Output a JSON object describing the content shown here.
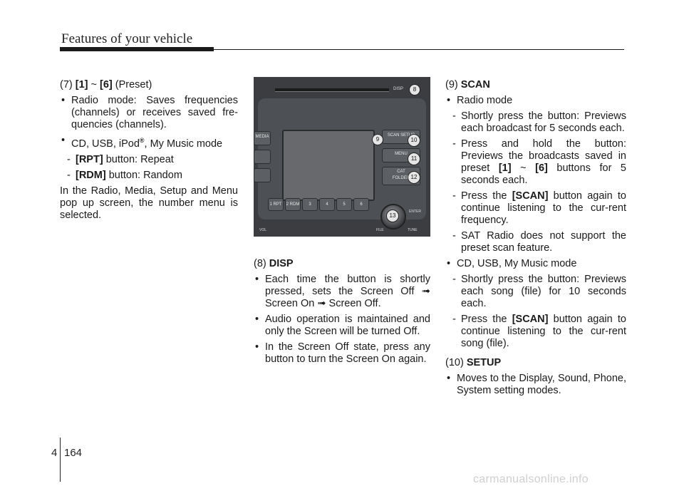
{
  "header": {
    "title": "Features of your vehicle"
  },
  "col1": {
    "heading_prefix": "(7) ",
    "heading_b1": "[1]",
    "heading_mid": " ~ ",
    "heading_b2": "[6]",
    "heading_suffix": " (Preset)",
    "bullet1": "Radio mode: Saves frequencies (channels) or receives saved fre-quencies (channels).",
    "bullet2_pre": "CD, USB, iPod",
    "bullet2_sup": "®",
    "bullet2_post": ", My Music mode",
    "dash1_b": "[RPT]",
    "dash1_t": " button: Repeat",
    "dash2_b": "[RDM]",
    "dash2_t": " button: Random",
    "paragraph": "In the Radio, Media, Setup and Menu pop up screen, the number menu is selected."
  },
  "col2": {
    "heading_prefix": "(8) ",
    "heading_b": "DISP",
    "bullet1_a": "Each time the button is shortly pressed, sets the Screen Off ",
    "arrow": "➟",
    "bullet1_b": " Screen On ",
    "bullet1_c": " Screen Off.",
    "bullet2": "Audio operation is maintained and only the Screen will be turned Off.",
    "bullet3": "In the Screen Off state, press any button to turn the Screen On again."
  },
  "col3": {
    "scan_prefix": "(9) ",
    "scan_b": "SCAN",
    "radio_mode": "Radio mode",
    "r_dash1": "Shortly press the button: Previews each broadcast for 5 seconds each.",
    "r_dash2_a": "Press and hold the button: Previews the broadcasts saved in preset ",
    "r_dash2_b1": "[1]",
    "r_dash2_mid": " ~ ",
    "r_dash2_b2": "[6]",
    "r_dash2_c": " buttons for 5 seconds each.",
    "r_dash3_a": "Press the ",
    "r_dash3_b": "[SCAN]",
    "r_dash3_c": " button again to continue listening to the cur-rent frequency.",
    "r_dash4": "SAT Radio does not support the preset scan feature.",
    "cd_mode": "CD, USB, My Music mode",
    "c_dash1": "Shortly press the button: Previews each song (file) for 10 seconds each.",
    "c_dash2_a": "Press the ",
    "c_dash2_b": "[SCAN]",
    "c_dash2_c": " button again to continue listening to the cur-rent song (file).",
    "setup_prefix": "(10) ",
    "setup_b": "SETUP",
    "setup_bullet": "Moves to the Display, Sound, Phone, System setting modes."
  },
  "illustration": {
    "disp": "DISP",
    "scan": "SCAN",
    "setup": "SETUP",
    "menu": "MENU",
    "cat": "CAT",
    "folder": "FOLDER",
    "media": "MEDIA",
    "presets": [
      "1 RPT",
      "2 RDM",
      "3",
      "4",
      "5",
      "6"
    ],
    "enter": "ENTER",
    "vol": "VOL",
    "file": "FILE",
    "tune": "TUNE",
    "callouts": [
      "8",
      "9",
      "10",
      "11",
      "12",
      "13"
    ]
  },
  "footer": {
    "chapter": "4",
    "page": "164",
    "watermark": "carmanualsonline.info"
  }
}
